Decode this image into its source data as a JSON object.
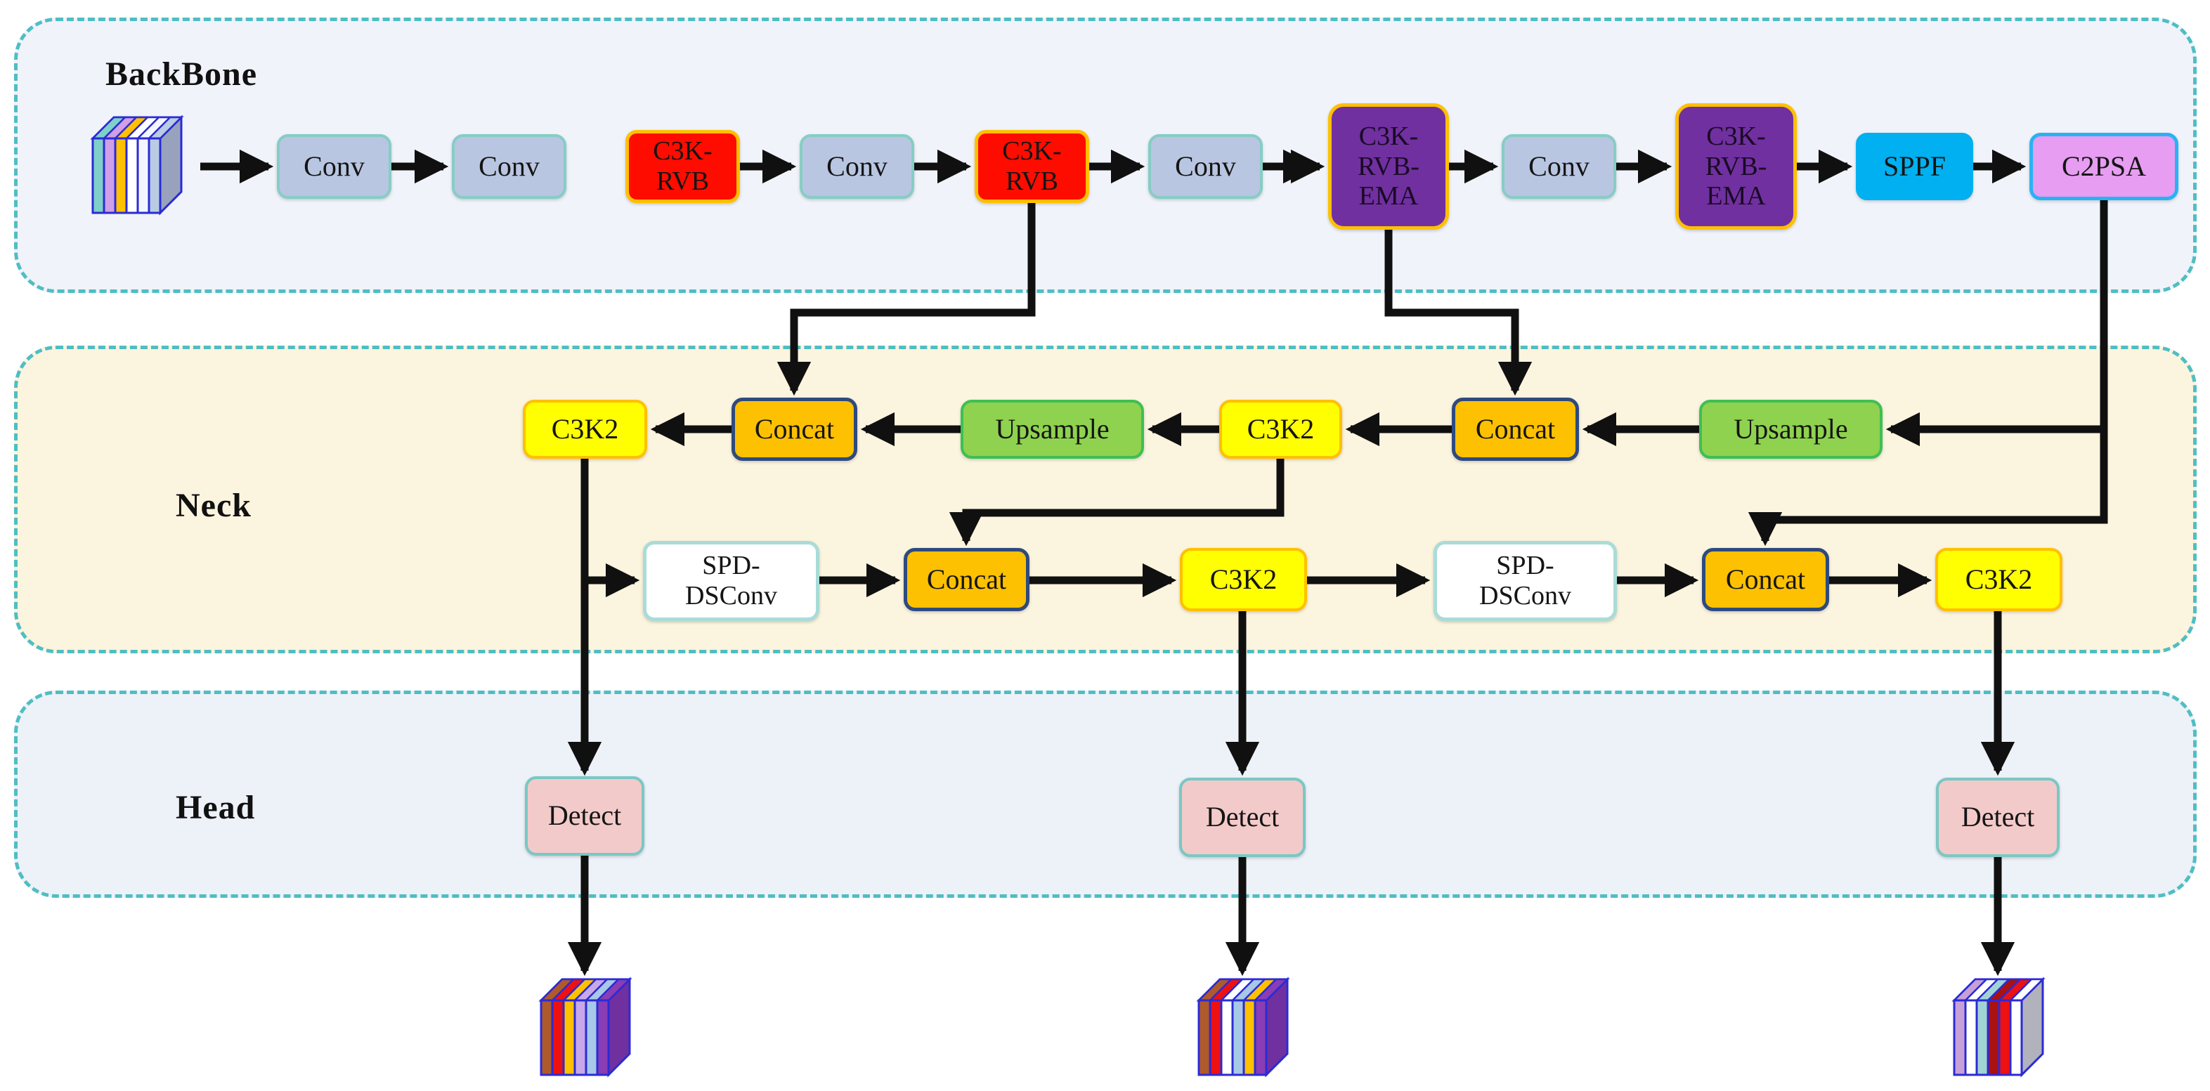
{
  "backbone": {
    "label": "BackBone",
    "nodes": [
      {
        "label": "Conv"
      },
      {
        "label": "Conv"
      },
      {
        "label": "C3K-\nRVB"
      },
      {
        "label": "Conv"
      },
      {
        "label": "C3K-\nRVB"
      },
      {
        "label": "Conv"
      },
      {
        "label": "C3K-\nRVB-\nEMA"
      },
      {
        "label": "Conv"
      },
      {
        "label": "C3K-\nRVB-\nEMA"
      },
      {
        "label": "SPPF"
      },
      {
        "label": "C2PSA"
      }
    ]
  },
  "neck": {
    "label": "Neck",
    "row1": [
      {
        "label": "C3K2"
      },
      {
        "label": "Concat"
      },
      {
        "label": "Upsample"
      },
      {
        "label": "C3K2"
      },
      {
        "label": "Concat"
      },
      {
        "label": "Upsample"
      }
    ],
    "row2": [
      {
        "label": "SPD-\nDSConv"
      },
      {
        "label": "Concat"
      },
      {
        "label": "C3K2"
      },
      {
        "label": "SPD-\nDSConv"
      },
      {
        "label": "Concat"
      },
      {
        "label": "C3K2"
      }
    ]
  },
  "head": {
    "label": "Head",
    "detects": [
      {
        "label": "Detect"
      },
      {
        "label": "Detect"
      },
      {
        "label": "Detect"
      }
    ]
  },
  "colors": {
    "region_border": "#4fbec3",
    "backbone_bg": "#f0f3fa",
    "neck_bg": "#fbf4de",
    "head_bg": "#edf1f8",
    "conv_fill": "#b9c6e1",
    "conv_border": "#86cdc6",
    "c3k_rvb_fill": "#fe0c00",
    "c3k_rvb_border": "#ffc000",
    "c3k_rvb_ema_fill": "#7030a0",
    "sppf_fill": "#00b0f0",
    "c2psa_fill": "#e79df2",
    "c2psa_border": "#29b2f3",
    "c3k2_fill": "#ffff02",
    "concat_fill": "#fdc101",
    "concat_border": "#2e4a7d",
    "upsample_fill": "#8fd24f",
    "upsample_border": "#3fbf53",
    "spd_dsconv_fill": "#ffffff",
    "spd_dsconv_border": "#a9dcd8",
    "detect_fill": "#f3caca",
    "detect_border": "#79c8c4",
    "arrow": "#101010"
  },
  "cubes": {
    "input": {
      "outline": "#2b2bd5",
      "side": "#98a2bd",
      "stripes": [
        "#7fd0c8",
        "#cf9fe8",
        "#ffc000",
        "#ffffff",
        "#f4f6ff",
        "#b8cce4"
      ]
    },
    "output_left": {
      "outline": "#2b2bd5",
      "side": "#7030a0",
      "stripes": [
        "#b05a2a",
        "#ee1111",
        "#ffc000",
        "#c8a8e8",
        "#a8c8e8",
        "#8a3db4"
      ]
    },
    "output_middle": {
      "outline": "#2b2bd5",
      "side": "#7030a0",
      "stripes": [
        "#b05a2a",
        "#ee1111",
        "#ffffff",
        "#a8c8e8",
        "#ffc000",
        "#8a3db4"
      ]
    },
    "output_right": {
      "outline": "#2b2bd5",
      "side": "#b2b2bc",
      "stripes": [
        "#c8a0d8",
        "#ffffff",
        "#a0d4d4",
        "#aa1111",
        "#ee1111",
        "#ffffff"
      ]
    }
  }
}
